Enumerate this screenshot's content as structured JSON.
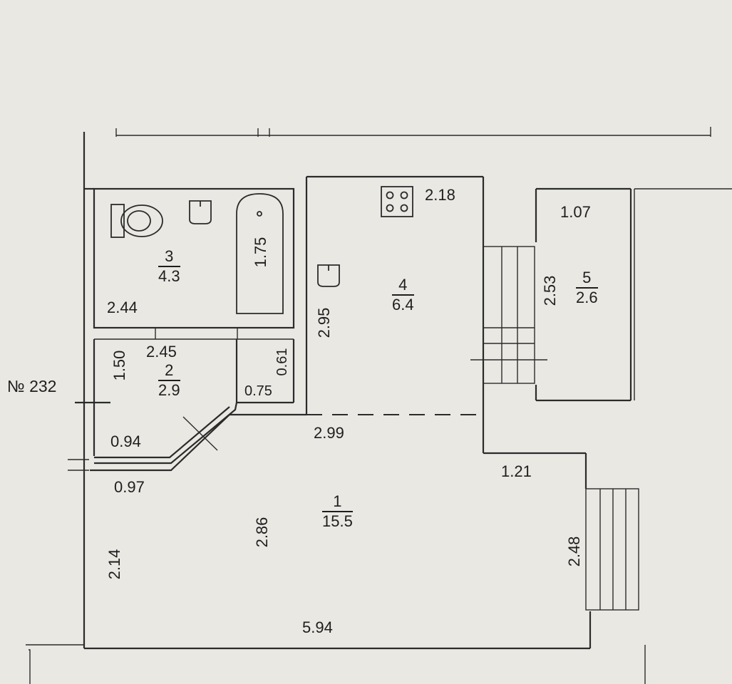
{
  "plan": {
    "apartment_number": "№ 232",
    "rooms": [
      {
        "id": "1",
        "number": "1",
        "area": "15.5"
      },
      {
        "id": "2",
        "number": "2",
        "area": "2.9"
      },
      {
        "id": "3",
        "number": "3",
        "area": "4.3"
      },
      {
        "id": "4",
        "number": "4",
        "area": "6.4"
      },
      {
        "id": "5",
        "number": "5",
        "area": "2.6"
      }
    ],
    "dimensions": {
      "bath_length": "1.75",
      "room3_width": "2.44",
      "room2_width": "2.45",
      "room2_height": "1.50",
      "niche_depth": "0.61",
      "niche_width": "0.75",
      "corridor_width": "0.94",
      "entry_width": "0.97",
      "room1_left_height": "2.14",
      "room1_inner_height": "2.86",
      "room1_width": "5.94",
      "kitchen_width_bottom": "2.99",
      "kitchen_width_top": "2.18",
      "kitchen_height": "2.95",
      "step_width": "1.21",
      "room1_right_height": "2.48",
      "room5_width": "1.07",
      "room5_height": "2.53"
    }
  }
}
